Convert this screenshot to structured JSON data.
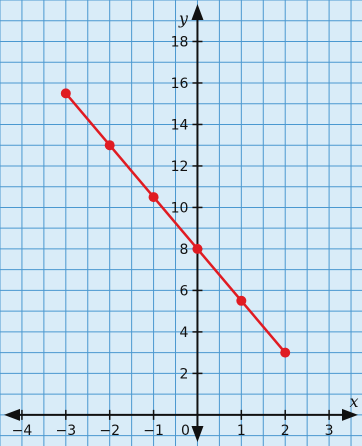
{
  "chart_data": {
    "type": "line",
    "title": "",
    "xlabel": "x",
    "ylabel": "y",
    "xlim": [
      -4.5,
      3.75
    ],
    "ylim": [
      -1.5,
      20
    ],
    "grid": true,
    "x_tick_labels": [
      "−4",
      "−3",
      "−2",
      "−1",
      "0",
      "1",
      "2",
      "3"
    ],
    "x_tick_values": [
      -4,
      -3,
      -2,
      -1,
      0,
      1,
      2,
      3
    ],
    "y_tick_labels": [
      "2",
      "4",
      "6",
      "8",
      "10",
      "12",
      "14",
      "16",
      "18"
    ],
    "y_tick_values": [
      2,
      4,
      6,
      8,
      10,
      12,
      14,
      16,
      18
    ],
    "series": [
      {
        "x": [
          -3,
          -2,
          -1,
          0,
          1,
          2
        ],
        "y": [
          15.5,
          13,
          10.5,
          8,
          5.5,
          3
        ],
        "color": "#e01b22"
      }
    ],
    "colors": {
      "background": "#d9ecf8",
      "grid": "#4a98d0",
      "axis": "#111111"
    }
  }
}
